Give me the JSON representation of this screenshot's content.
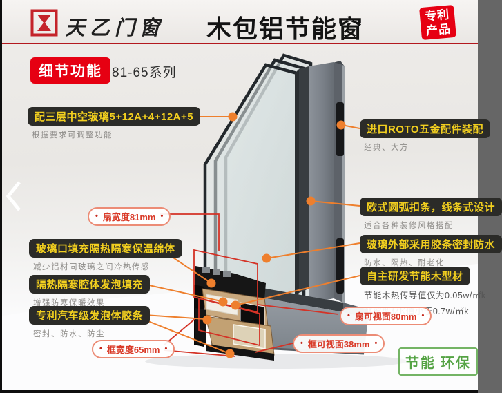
{
  "brand": {
    "name": "天乙门窗"
  },
  "header": {
    "title": "木包铝节能窗",
    "stamp_line1": "专利",
    "stamp_line2": "产品",
    "section_tag": "细节功能",
    "series": "81-65系列"
  },
  "icons": {
    "carousel_prev": "chevron-left-icon",
    "logo": "tianyi-seal-icon"
  },
  "callouts": {
    "left": [
      {
        "label": "配三层中空玻璃5+12A+4+12A+5",
        "sub": "根据要求可调整功能"
      },
      {
        "label": "玻璃口填充隔热隔寒保温绵体",
        "sub": "减少铝材同玻璃之间冷热传感"
      },
      {
        "label": "隔热隔寒腔体发泡填充",
        "sub": "增强防寒保暖效果"
      },
      {
        "label": "专利汽车级发泡体胶条",
        "sub": "密封、防水、防尘"
      }
    ],
    "right": [
      {
        "label": "进口ROTO五金配件装配",
        "sub": "经典、大方"
      },
      {
        "label": "欧式圆弧扣条，线条式设计",
        "sub": "适合各种装修风格搭配"
      },
      {
        "label": "玻璃外部采用胶条密封防水",
        "sub": "防水、隔热、耐老化"
      },
      {
        "label": "自主研发节能木型材",
        "sub": "节能木热传导值仅为0.05w/㎡k",
        "sub2": "整窗型材K值小于0.7w/㎡k"
      }
    ]
  },
  "dimensions": {
    "bullet": "•",
    "sash_width": "扇宽度81mm",
    "frame_width": "框宽度65mm",
    "sash_visible": "扇可视面80mm",
    "frame_visible": "框可视面38mm"
  },
  "badge": {
    "eco": "节能 环保"
  },
  "colors": {
    "accent_red": "#e60012",
    "divider_red": "#b3181e",
    "pill_bg": "#2b2b28",
    "pill_text": "#f2cf1f",
    "connector_orange": "#ee7f2d",
    "measure_red": "#d43226",
    "dimension_text": "#d93a28",
    "eco_green": "#74b465"
  }
}
